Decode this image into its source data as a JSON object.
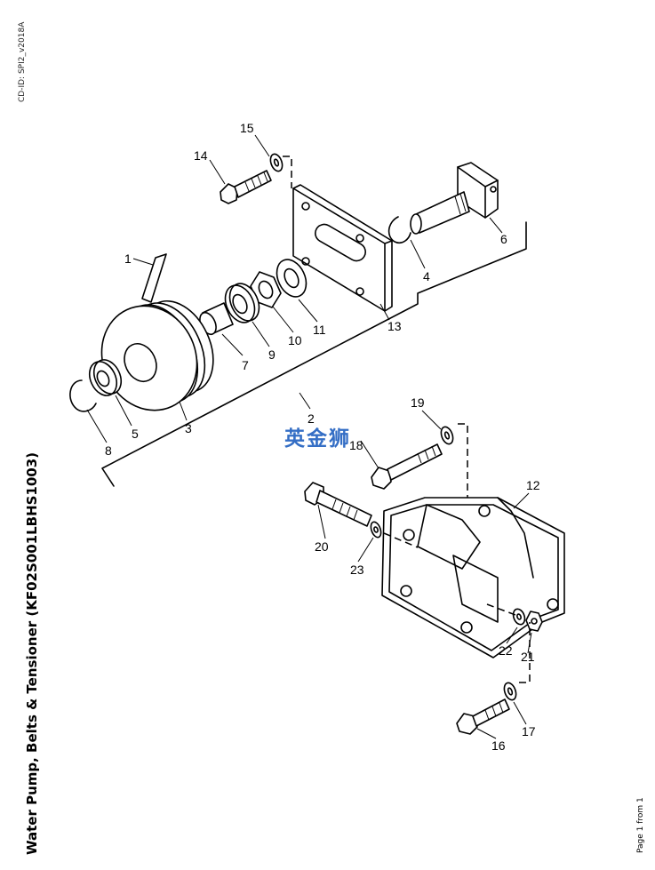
{
  "meta": {
    "cd_id": "CD-ID: SPI2_v2018A",
    "pager": "Page 1 from 1"
  },
  "title": "Water Pump, Belts & Tensioner (KF02S001LBHS1003)",
  "watermark": "英金狮",
  "callouts": [
    "1",
    "2",
    "3",
    "4",
    "5",
    "6",
    "7",
    "8",
    "9",
    "10",
    "11",
    "12",
    "13",
    "14",
    "15",
    "16",
    "17",
    "18",
    "19",
    "20",
    "21",
    "22",
    "23"
  ]
}
